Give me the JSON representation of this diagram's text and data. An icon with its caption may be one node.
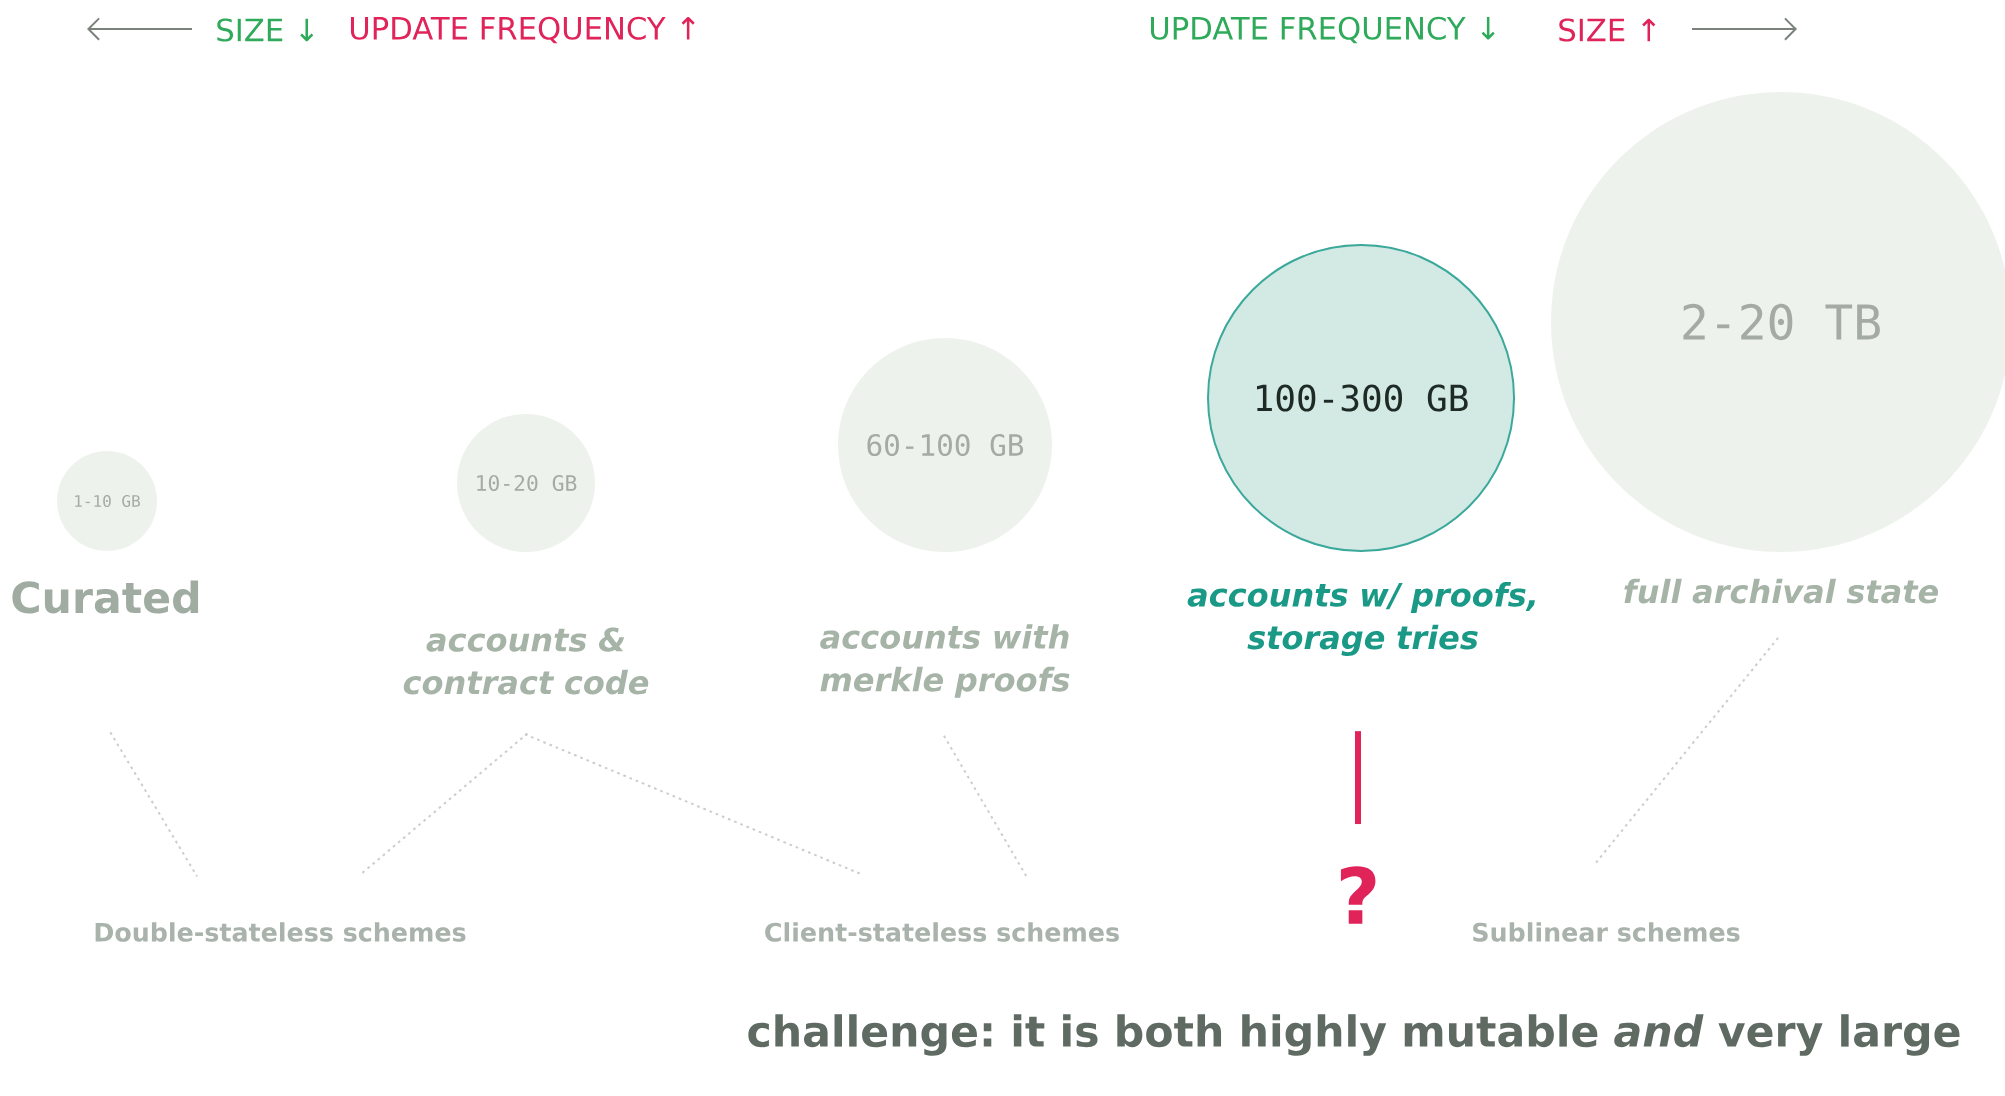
{
  "diagram": {
    "nodes": [
      {
        "text": [
          "1-10 GB"
        ],
        "beside": [
          "Curated"
        ]
      },
      {
        "text": [
          "10-20 GB"
        ],
        "beside": [
          "accounts & contract code"
        ]
      },
      {
        "text": [
          "60-100 GB"
        ],
        "beside": [
          "accounts with merkle proofs"
        ]
      },
      {
        "text": [
          "100-300 GB"
        ],
        "beside": [
          "accounts w/ proofs, storage tries"
        ]
      },
      {
        "text": [
          "2-20 TB"
        ],
        "beside": [
          "full archival state"
        ]
      },
      {
        "text": [
          "Double-stateless schemes"
        ]
      },
      {
        "text": [
          "Client-stateless schemes"
        ]
      },
      {
        "text": [
          "Sublinear schemes"
        ]
      },
      {
        "text": [
          "?"
        ]
      }
    ],
    "edges": [
      {
        "from": 0,
        "to": 5,
        "arrow": "none",
        "style": "dashed"
      },
      {
        "from": 1,
        "to": 5,
        "arrow": "none",
        "style": "dashed"
      },
      {
        "from": 1,
        "to": 6,
        "arrow": "none",
        "style": "dashed"
      },
      {
        "from": 2,
        "to": 6,
        "arrow": "none",
        "style": "dashed"
      },
      {
        "from": 4,
        "to": 7,
        "arrow": "none",
        "style": "dashed"
      },
      {
        "from": 3,
        "to": 8,
        "arrow": "none",
        "style": "thick",
        "color": "#e0245a"
      }
    ],
    "labels": [
      "SIZE ↓",
      "UPDATE FREQUENCY ↑",
      "UPDATE FREQUENCY ↓",
      "SIZE ↑",
      "challenge: it is both highly mutable *and* very large"
    ]
  }
}
